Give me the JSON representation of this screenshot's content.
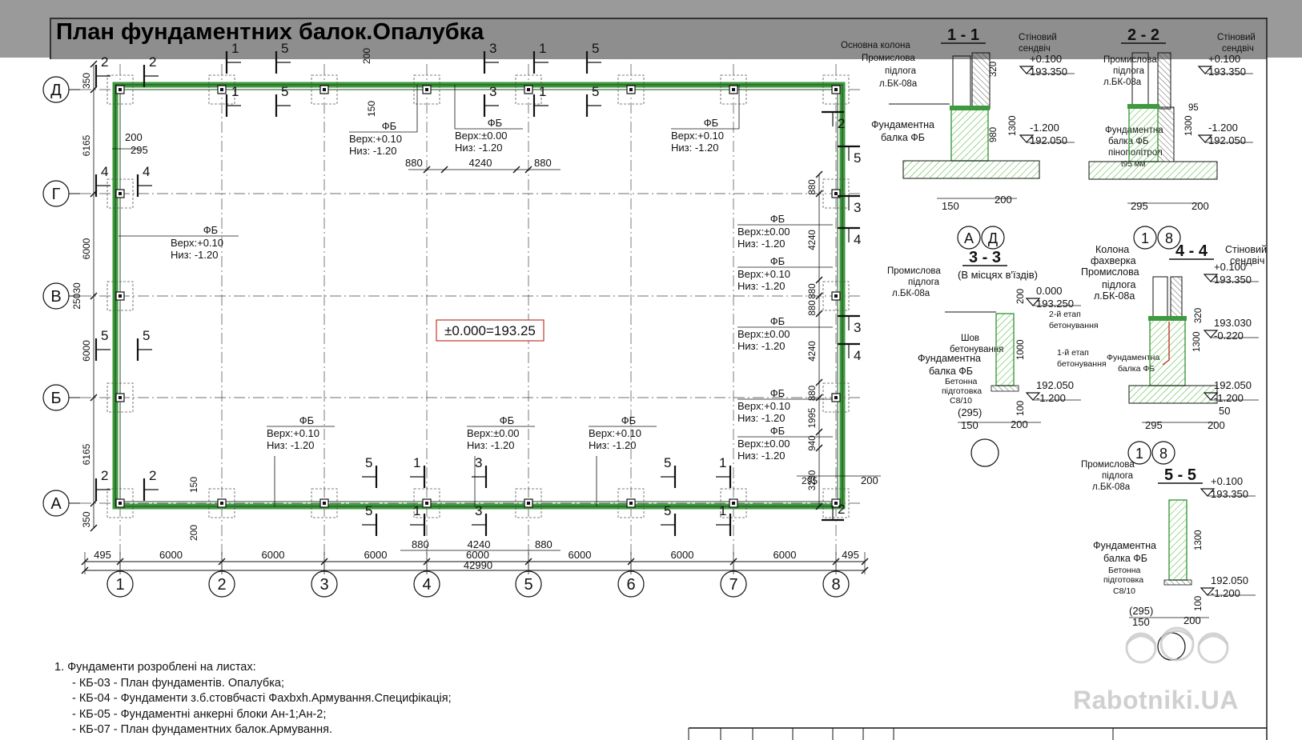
{
  "title": "План фундаментних балок.Опалубка",
  "elevation_mark": "±0.000=193.25",
  "axes": {
    "columns": [
      "1",
      "2",
      "3",
      "4",
      "5",
      "6",
      "7",
      "8"
    ],
    "rows": [
      "Д",
      "Г",
      "В",
      "Б",
      "А"
    ]
  },
  "dimensions": {
    "bottom_spans": [
      "495",
      "6000",
      "6000",
      "6000",
      "6000",
      "6000",
      "6000",
      "6000",
      "495"
    ],
    "bottom_total": "42990",
    "bottom_door": [
      "880",
      "4240",
      "880"
    ],
    "top_door": [
      "880",
      "4240",
      "880"
    ],
    "left_spans": [
      "350",
      "6165",
      "6000",
      "6000",
      "6165",
      "350"
    ],
    "left_total": "25030",
    "left_detail": [
      "200",
      "295"
    ],
    "top_small": [
      "200",
      "150"
    ],
    "bottom_small": [
      "150",
      "200"
    ],
    "right_spans": [
      "880",
      "4240",
      "880",
      "880",
      "4240",
      "880",
      "1995",
      "940",
      "3230"
    ],
    "right_small": [
      "295",
      "200"
    ]
  },
  "section_marks": [
    "1",
    "2",
    "3",
    "4",
    "5"
  ],
  "fb_labels": [
    {
      "name": "ФБ",
      "top": "Верх:+0.10",
      "bottom": "Низ:   -1.20"
    },
    {
      "name": "ФБ",
      "top": "Верх:±0.00",
      "bottom": "Низ:   -1.20"
    },
    {
      "name": "ФБ",
      "top": "Верх:+0.10",
      "bottom": "Низ:   -1.20"
    },
    {
      "name": "ФБ",
      "top": "Верх:+0.10",
      "bottom": "Низ:   -1.20"
    },
    {
      "name": "ФБ",
      "top": "Верх:±0.00",
      "bottom": "Низ:   -1.20"
    },
    {
      "name": "ФБ",
      "top": "Верх:+0.10",
      "bottom": "Низ:   -1.20"
    },
    {
      "name": "ФБ",
      "top": "Верх:±0.00",
      "bottom": "Низ:   -1.20"
    },
    {
      "name": "ФБ",
      "top": "Верх:+0.10",
      "bottom": "Низ:   -1.20"
    },
    {
      "name": "ФБ",
      "top": "Верх:±0.00",
      "bottom": "Низ:   -1.20"
    },
    {
      "name": "ФБ",
      "top": "Верх:+0.10",
      "bottom": "Низ:   -1.20"
    },
    {
      "name": "ФБ",
      "top": "Верх:±0.00",
      "bottom": "Низ:   -1.20"
    },
    {
      "name": "ФБ",
      "top": "Верх:+0.10",
      "bottom": "Низ:   -1.20"
    }
  ],
  "sections": {
    "s1": {
      "title": "1 - 1",
      "labels": [
        "Основна колона",
        "Промислова",
        "підлога",
        "л.БК-08а",
        "Стіновий",
        "сендвіч",
        "Фундаментна",
        "балка ФБ"
      ],
      "levels": [
        "+0.100",
        "193.350",
        "-1.200",
        "192.050"
      ],
      "dims": [
        "320",
        "980",
        "1300",
        "150",
        "200"
      ],
      "axes": [
        "А",
        "Д"
      ]
    },
    "s2": {
      "title": "2 - 2",
      "labels": [
        "Промислова",
        "підлога",
        "л.БК-08а",
        "Стіновий",
        "сендвіч",
        "Фундаментна",
        "балка ФБ",
        "пінополітрол",
        "t95 мм"
      ],
      "levels": [
        "+0.100",
        "193.350",
        "-1.200",
        "192.050"
      ],
      "dims": [
        "95",
        "1300",
        "295",
        "200"
      ],
      "axes": [
        "1",
        "8"
      ]
    },
    "s3": {
      "title": "3 - 3",
      "subtitle": "(В місцях в'їздів)",
      "labels": [
        "Промислова",
        "підлога",
        "л.БК-08а",
        "Шов",
        "бетонування",
        "Фундаментна",
        "балка ФБ",
        "Бетонна",
        "підготовка",
        "С8/10",
        "2-й етап",
        "бетонування",
        "1-й етап",
        "бетонування"
      ],
      "levels": [
        "0.000",
        "193.250",
        "192.050",
        "-1.200"
      ],
      "dims": [
        "200",
        "1000",
        "100",
        "(295)",
        "150",
        "200"
      ]
    },
    "s4": {
      "title": "4 - 4",
      "labels": [
        "Колона",
        "фахверка",
        "Промислова",
        "підлога",
        "л.БК-08а",
        "Стіновий",
        "сендвіч",
        "Фундаментна",
        "балка ФБ"
      ],
      "levels": [
        "+0.100",
        "193.350",
        "193.030",
        "-0.220",
        "192.050",
        "-1.200"
      ],
      "dims": [
        "320",
        "1300",
        "295",
        "200",
        "50"
      ],
      "axes": [
        "1",
        "8"
      ]
    },
    "s5": {
      "title": "5 - 5",
      "labels": [
        "Промислова",
        "підлога",
        "л.БК-08а",
        "Фундаментна",
        "балка ФБ",
        "Бетонна",
        "підготовка",
        "С8/10"
      ],
      "levels": [
        "+0.100",
        "193.350",
        "192.050",
        "-1.200"
      ],
      "dims": [
        "1300",
        "100",
        "(295)",
        "150",
        "200"
      ]
    }
  },
  "notes": [
    "1.   Фундаменти розроблені на листах:",
    "- КБ-03 - План фундаментів. Опалубка;",
    "- КБ-04 - Фундаменти з.б.стовбчасті Фахbxh.Армування.Специфікація;",
    "- КБ-05 - Фундаментні анкерні блоки Ан-1;Ан-2;",
    "- КБ-07 - План фундаментних балок.Армування."
  ],
  "watermark": "Rabotniki.UA",
  "colors": {
    "beam_green": "#3f9a3f",
    "beam_fill": "#d6efc0",
    "hatch": "#5fbf4a",
    "elevation_red": "#c0392b",
    "header_gray": "#8e8e8e"
  }
}
